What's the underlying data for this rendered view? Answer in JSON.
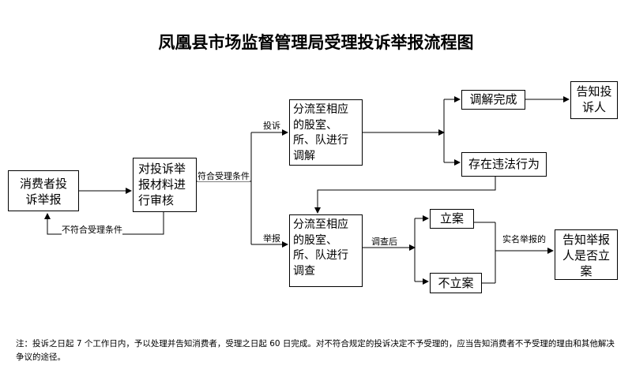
{
  "title": "凤凰县市场监督管理局受理投诉举报流程图",
  "boxes": {
    "consumer": "消费者投诉举报",
    "review": "对投诉举报材料进行审核",
    "mediate": "分流至相应的股室、所、队进行调解",
    "mediation_done": "调解完成",
    "notify_complainant": "告知投诉人",
    "violation": "存在违法行为",
    "investigate": "分流至相应的股室、所、队进行调查",
    "filed": "立案",
    "not_filed": "不立案",
    "notify_reporter": "告知举报人是否立案"
  },
  "labels": {
    "not_eligible": "不符合受理条件",
    "eligible": "符合受理条件",
    "complaint": "投诉",
    "report": "举报",
    "after_investigation": "调查后",
    "real_name": "实名举报的"
  },
  "note": "注：投诉之日起 7 个工作日内，予以处理并告知消费者，受理之日起 60 日完成。对不符合规定的投诉决定不予受理的，应当告知消费者不予受理的理由和其他解决争议的途径。"
}
